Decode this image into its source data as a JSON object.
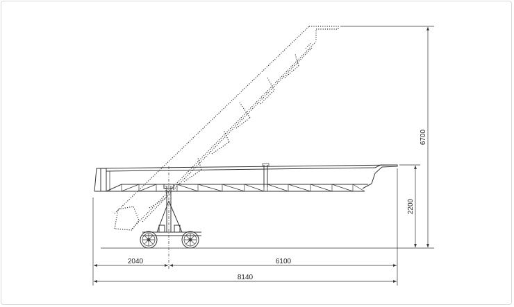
{
  "dimensions": {
    "total_height": "6700",
    "deck_height": "2200",
    "rear_length": "2040",
    "front_length": "6100",
    "total_length": "8140"
  }
}
